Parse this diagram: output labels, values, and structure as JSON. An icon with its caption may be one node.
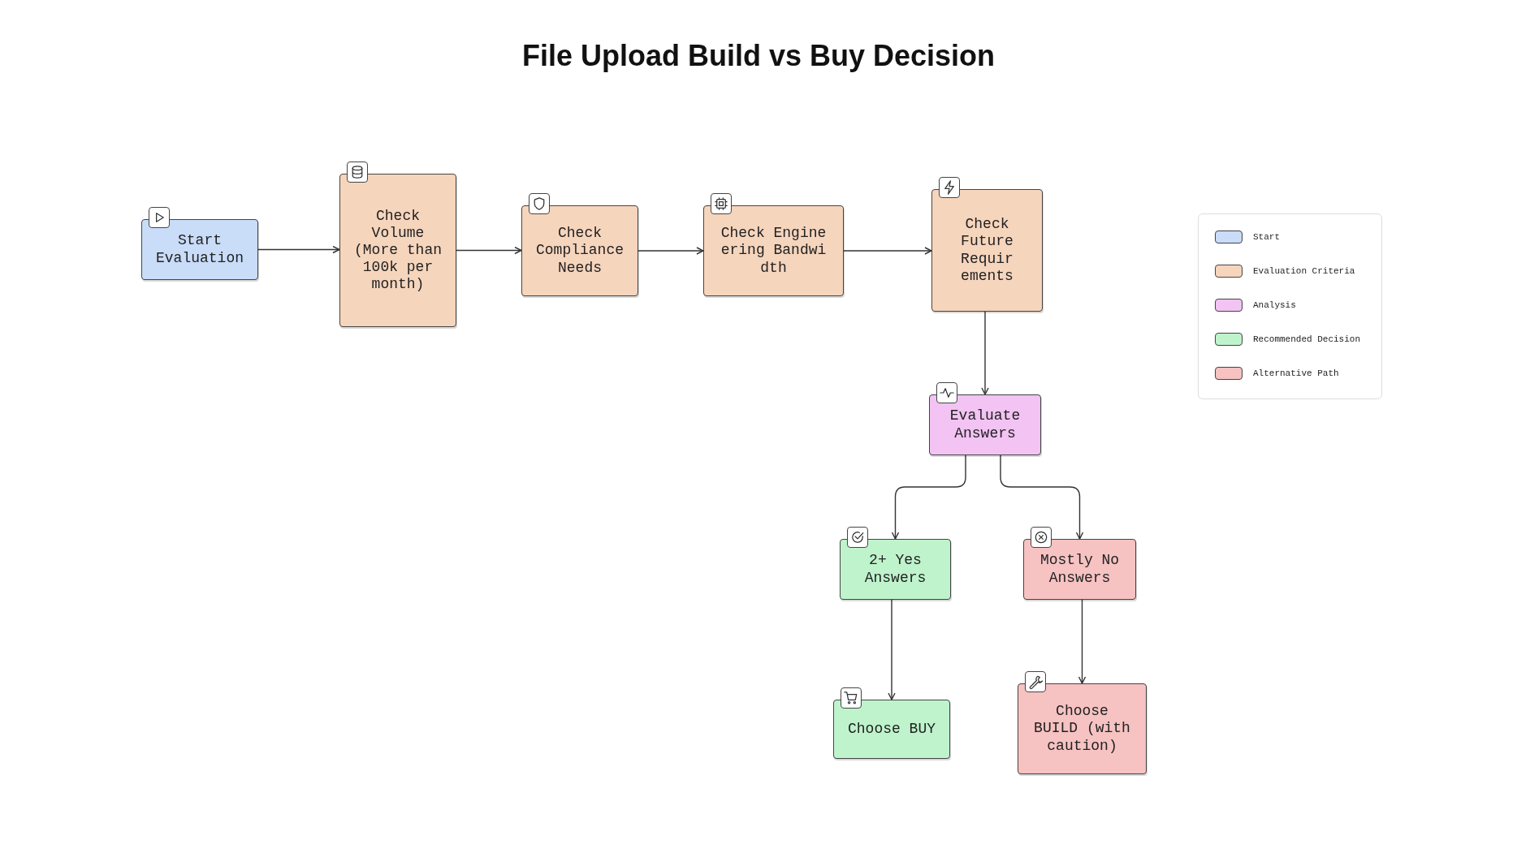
{
  "diagram": {
    "title": "File Upload Build vs Buy Decision",
    "nodes": [
      {
        "text": [
          "Start Evaluation"
        ]
      },
      {
        "text": [
          "Check Volume (More than 100k per month)"
        ]
      },
      {
        "text": [
          "Check Compliance Needs"
        ]
      },
      {
        "text": [
          "Check Engineering Bandwidth"
        ]
      },
      {
        "text": [
          "Check Future Requirements"
        ]
      },
      {
        "text": [
          "Evaluate Answers"
        ]
      },
      {
        "text": [
          "2+ Yes Answers"
        ]
      },
      {
        "text": [
          "Mostly No Answers"
        ]
      },
      {
        "text": [
          "Choose BUY"
        ]
      },
      {
        "text": [
          "Choose BUILD (with caution)"
        ]
      }
    ],
    "edges": [
      {
        "from": 0,
        "to": 1,
        "arrow": "to"
      },
      {
        "from": 1,
        "to": 2,
        "arrow": "to"
      },
      {
        "from": 2,
        "to": 3,
        "arrow": "to"
      },
      {
        "from": 3,
        "to": 4,
        "arrow": "to"
      },
      {
        "from": 4,
        "to": 5,
        "arrow": "to"
      },
      {
        "from": 5,
        "to": 6,
        "arrow": "to"
      },
      {
        "from": 5,
        "to": 7,
        "arrow": "to"
      },
      {
        "from": 6,
        "to": 8,
        "arrow": "to"
      },
      {
        "from": 7,
        "to": 9,
        "arrow": "to"
      }
    ],
    "legend": [
      {
        "text": "Start",
        "color": "#c9dcf8"
      },
      {
        "text": "Evaluation Criteria",
        "color": "#f6d5bd"
      },
      {
        "text": "Analysis",
        "color": "#f2c3f3"
      },
      {
        "text": "Recommended Decision",
        "color": "#bff3cc"
      },
      {
        "text": "Alternative Path",
        "color": "#f6c2c2"
      }
    ]
  }
}
